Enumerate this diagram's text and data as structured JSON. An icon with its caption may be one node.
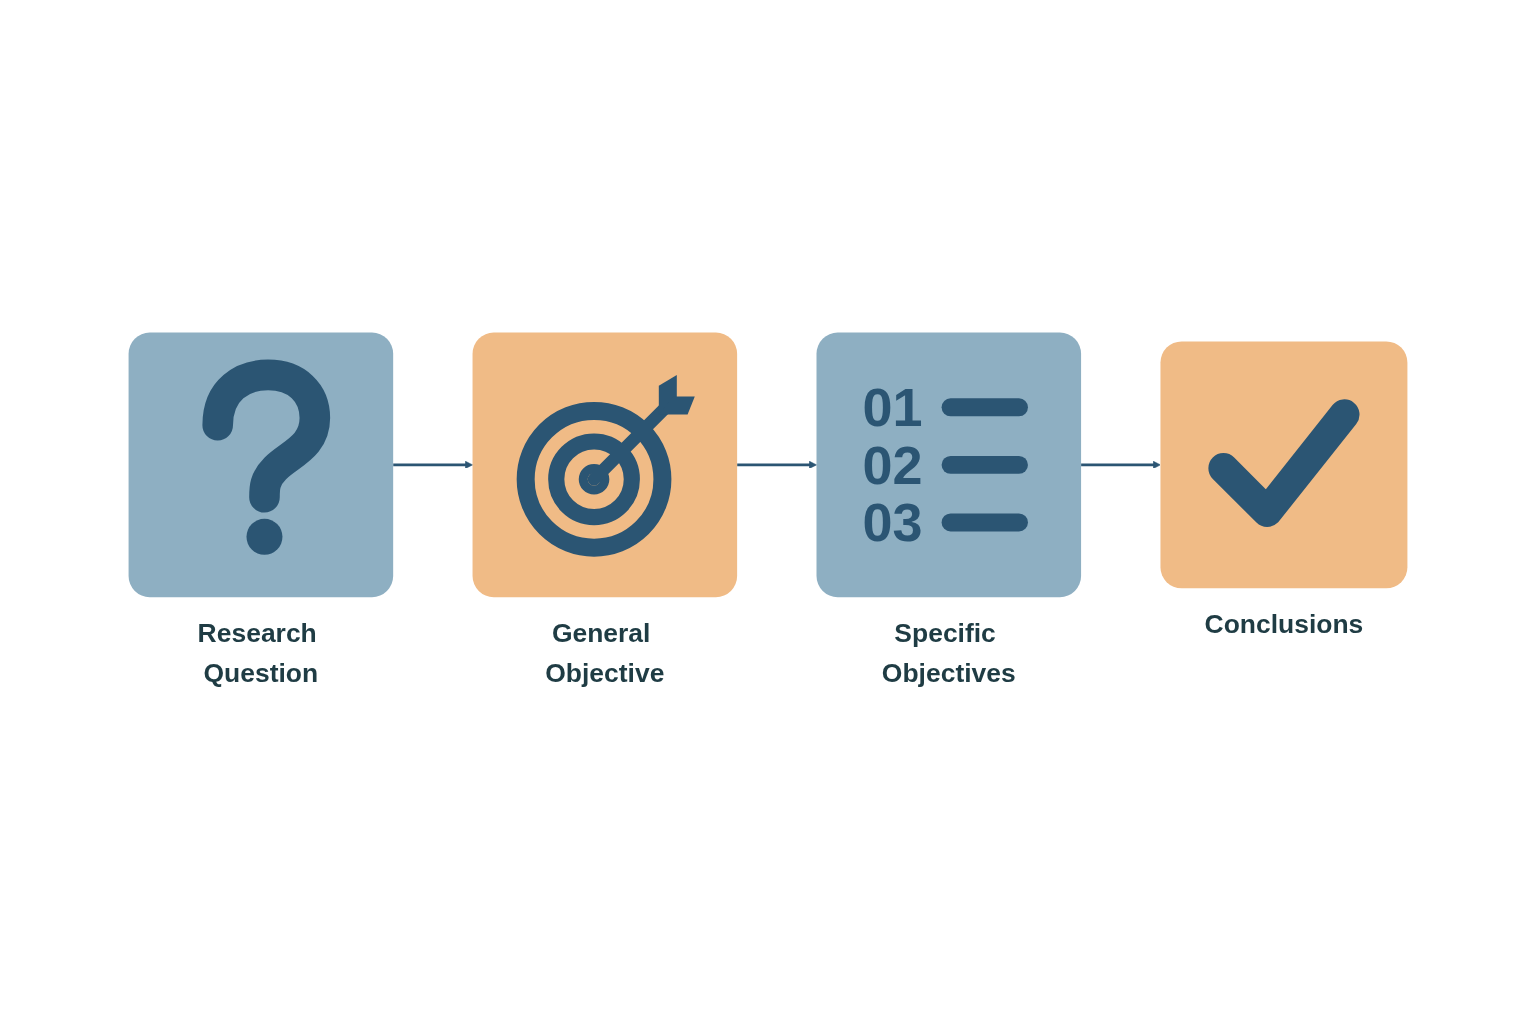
{
  "diagram": {
    "nodes": [
      {
        "text": [
          "Research Question"
        ]
      },
      {
        "text": [
          "General Objective"
        ]
      },
      {
        "text": [
          "01",
          "02",
          "03",
          "Specific Objectives"
        ]
      },
      {
        "text": [
          "Conclusions"
        ]
      }
    ],
    "edges": [
      {
        "from": 0,
        "to": 1,
        "arrow": "to"
      },
      {
        "from": 1,
        "to": 2,
        "arrow": "to"
      },
      {
        "from": 2,
        "to": 3,
        "arrow": "to"
      }
    ]
  }
}
